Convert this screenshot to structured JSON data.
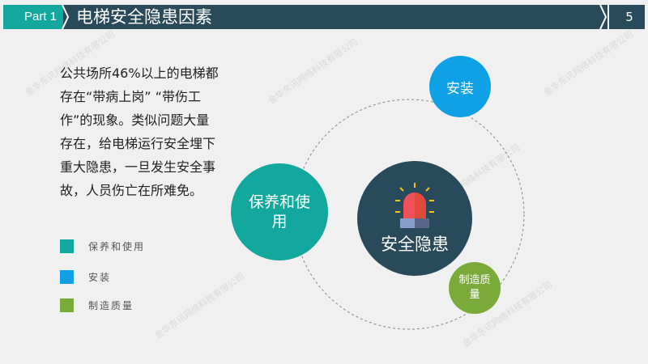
{
  "header": {
    "part": "Part 1",
    "title": "电梯安全隐患因素",
    "page": "5"
  },
  "paragraph": "公共场所46%以上的电梯都存在“带病上岗” “带伤工作”的现象。类似问题大量存在，给电梯运行安全埋下重大隐患，一旦发生安全事故，人员伤亡在所难免。",
  "legend": [
    {
      "label": "保养和使用",
      "color": "#13a89e"
    },
    {
      "label": "安装",
      "color": "#0fa0e6"
    },
    {
      "label": "制造质量",
      "color": "#7aab3a"
    }
  ],
  "diagram": {
    "center": "安全隐患",
    "install": "安装",
    "maintain": "保养和使用",
    "manufacture": "制造质量"
  },
  "watermark": "金华东讯网络科技有限公司"
}
